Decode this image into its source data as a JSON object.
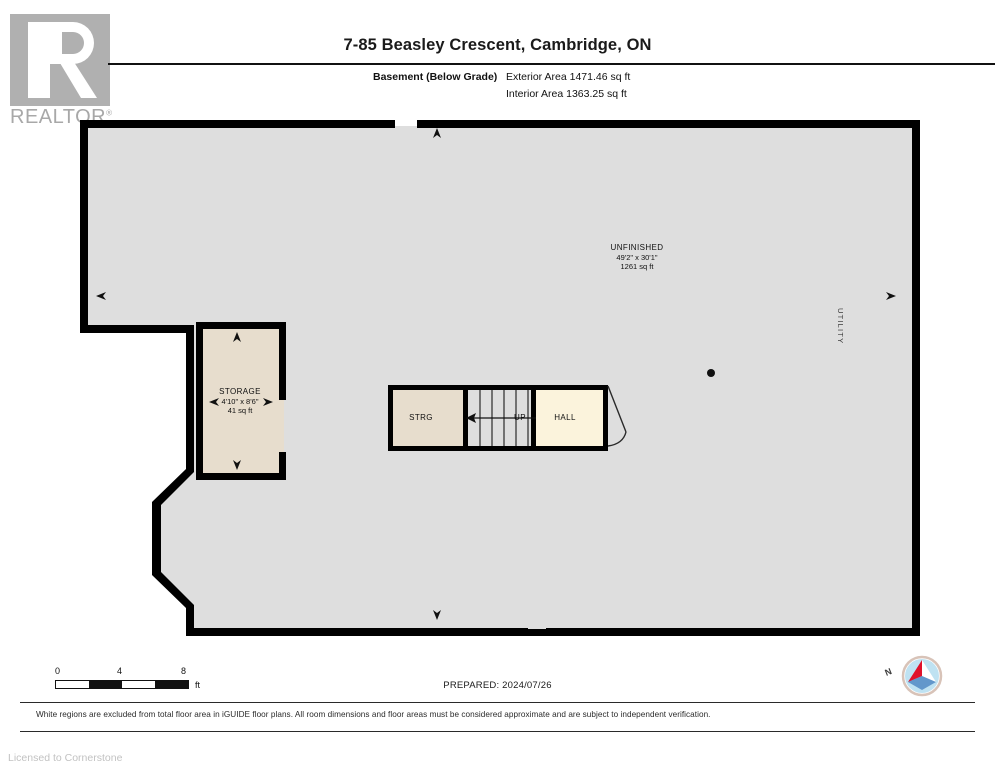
{
  "logo": {
    "word": "REALTOR",
    "registered_mark": "®"
  },
  "header": {
    "title": "7-85 Beasley Crescent, Cambridge, ON",
    "floor_label": "Basement (Below Grade)",
    "exterior_area": "Exterior Area 1471.46 sq ft",
    "interior_area": "Interior Area 1363.25 sq ft"
  },
  "plan": {
    "rooms": [
      {
        "id": "unfinished",
        "name": "UNFINISHED",
        "dimensions": "49'2\" x 30'1\"",
        "area": "1261 sq ft",
        "fill": "#dedede"
      },
      {
        "id": "storage",
        "name": "STORAGE",
        "dimensions": "4'10\" x 8'6\"",
        "area": "41 sq ft",
        "fill": "#e7ddcd"
      },
      {
        "id": "strg",
        "name": "STRG",
        "dimensions": "",
        "area": "",
        "fill": "#e7ddcd"
      },
      {
        "id": "hall",
        "name": "HALL",
        "dimensions": "",
        "area": "",
        "fill": "#fbf3dc"
      }
    ],
    "stair_direction": "UP",
    "utility_label": "UTILITY",
    "wall_color": "#000000",
    "unfinished_fill": "#dedede",
    "storage_fill": "#e7ddcd",
    "hall_fill": "#fbf3dc",
    "stair_fill": "#dedede"
  },
  "scalebar": {
    "ticks": [
      "0",
      "4",
      "8"
    ],
    "unit": "ft"
  },
  "compass": {
    "north_label": "N",
    "needle_red": "#e0112b",
    "needle_blue": "#2f6fb5",
    "disc_fill": "#bfe2f2"
  },
  "footer": {
    "prepared": "PREPARED: 2024/07/26",
    "disclaimer": "White regions are excluded from total floor area in iGUIDE floor plans. All room dimensions and floor areas must be considered approximate and are subject to independent verification.",
    "licensed": "Licensed to Cornerstone"
  }
}
